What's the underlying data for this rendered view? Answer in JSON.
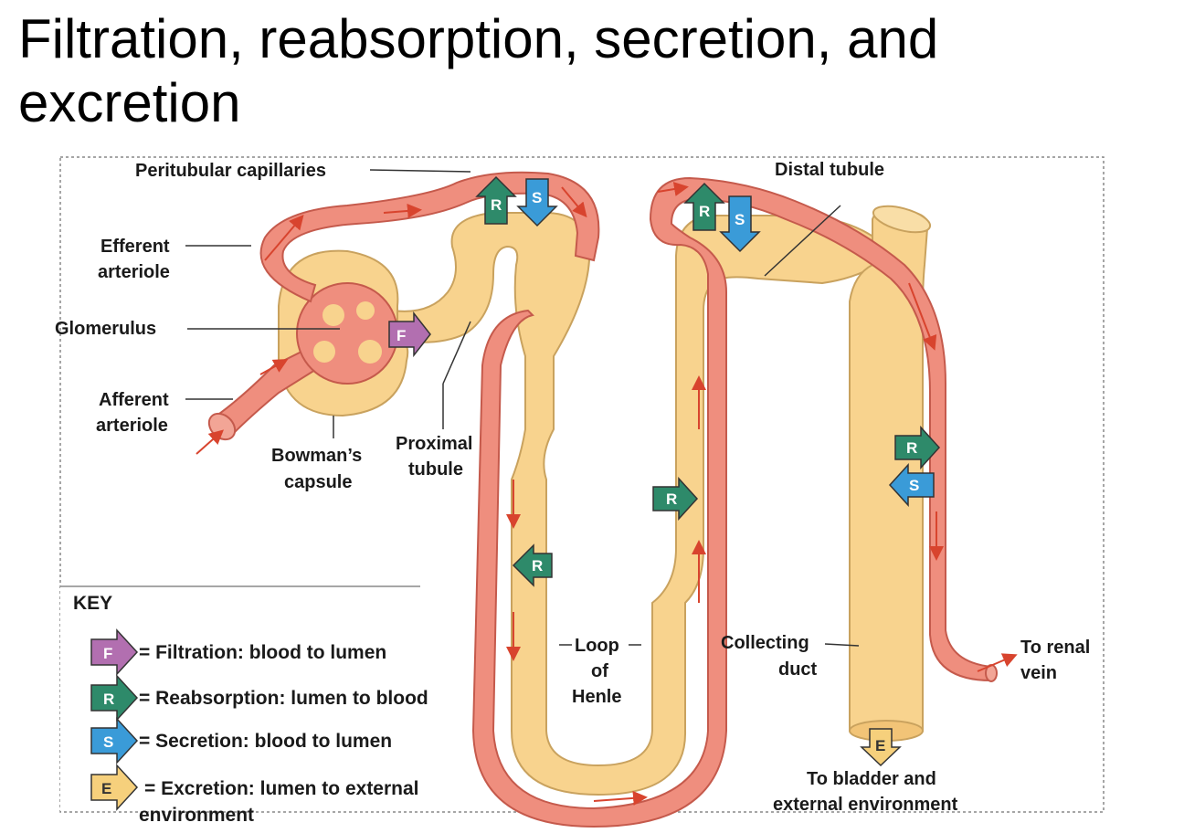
{
  "title": "Filtration, reabsorption, secretion, and excretion",
  "colors": {
    "tubule_fill": "#f8d38e",
    "tubule_stroke": "#c9a25e",
    "vessel_fill": "#ef8e7e",
    "vessel_stroke": "#c55a4c",
    "flow_arrow": "#d8442e",
    "filtration": "#b26fb0",
    "reabsorption": "#2e8a6a",
    "secretion": "#3a9bd8",
    "excretion": "#f6d07c"
  },
  "labels": {
    "peritubular": "Peritubular capillaries",
    "efferent_1": "Efferent",
    "efferent_2": "arteriole",
    "glomerulus": "Glomerulus",
    "afferent_1": "Afferent",
    "afferent_2": "arteriole",
    "bowman_1": "Bowman’s",
    "bowman_2": "capsule",
    "proximal_1": "Proximal",
    "proximal_2": "tubule",
    "distal": "Distal tubule",
    "loop_1": "Loop",
    "loop_2": "of",
    "loop_3": "Henle",
    "collecting_1": "Collecting",
    "collecting_2": "duct",
    "renal_1": "To renal",
    "renal_2": "vein",
    "bladder_1": "To bladder and",
    "bladder_2": "external environment"
  },
  "arrow_letters": {
    "F": "F",
    "R": "R",
    "S": "S",
    "E": "E"
  },
  "key": {
    "heading": "KEY",
    "filtration": "= Filtration: blood to lumen",
    "reabsorption": "= Reabsorption: lumen to blood",
    "secretion": "= Secretion: blood to lumen",
    "excretion_1": "= Excretion: lumen to external",
    "excretion_2": "environment"
  }
}
